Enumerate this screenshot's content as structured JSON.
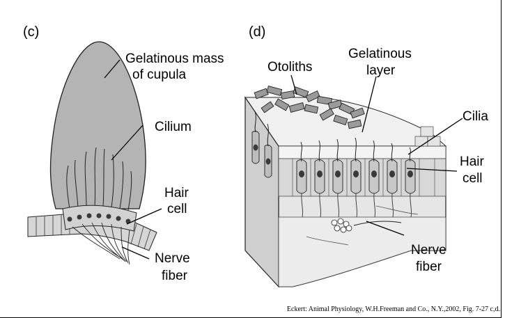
{
  "panels": {
    "c": {
      "panel_label": "(c)",
      "labels": {
        "gelatinous_mass_line1": "Gelatinous mass",
        "gelatinous_mass_line2": "of cupula",
        "cilium": "Cilium",
        "hair_cell_line1": "Hair",
        "hair_cell_line2": "cell",
        "nerve_fiber_line1": "Nerve",
        "nerve_fiber_line2": "fiber"
      }
    },
    "d": {
      "panel_label": "(d)",
      "labels": {
        "otoliths": "Otoliths",
        "gelatinous_layer_line1": "Gelatinous",
        "gelatinous_layer_line2": "layer",
        "cilia": "Cilia",
        "hair_cell_line1": "Hair",
        "hair_cell_line2": "cell",
        "nerve_fiber_line1": "Nerve",
        "nerve_fiber_line2": "fiber"
      }
    }
  },
  "credit": "Eckert: Animal Physiology, W.H.Freeman and Co., N.Y.,2002, Fig.  7-27 c,d.",
  "colors": {
    "cupula_fill": "#b4b4b4",
    "cell_fill": "#d2d2d2",
    "nucleus_fill": "#3a3a3a",
    "block_light": "#e6e6e6",
    "block_side": "#cfcfcf",
    "otolith_fill": "#9a9a9a"
  }
}
